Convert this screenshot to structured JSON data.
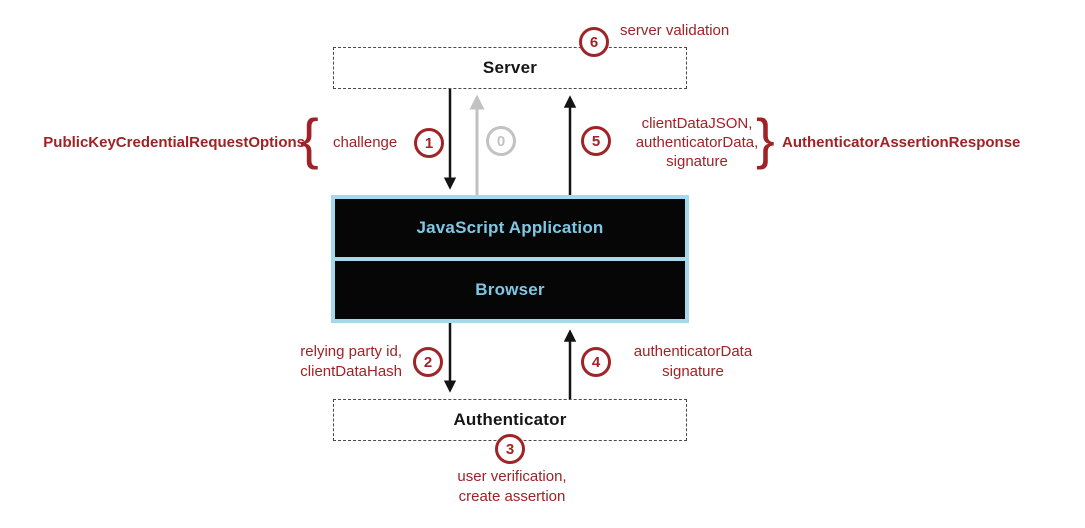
{
  "title": "WebAuthn assertion flow",
  "palette": {
    "annotation_red": "#9e2226",
    "badge_red": "#a12328",
    "inactive_gray": "#c2c2c2",
    "client_border_blue": "#a5d8ec",
    "client_text_blue": "#7ec8e5",
    "client_bg": "#060607",
    "arrow_black": "#141414"
  },
  "nodes": {
    "server": {
      "label": "Server"
    },
    "js_app": {
      "label": "JavaScript Application"
    },
    "browser": {
      "label": "Browser"
    },
    "authenticator": {
      "label": "Authenticator"
    }
  },
  "steps": {
    "0": "0",
    "1": "1",
    "2": "2",
    "3": "3",
    "4": "4",
    "5": "5",
    "6": "6"
  },
  "annotations": {
    "left": {
      "object": "PublicKeyCredentialRequestOptions",
      "brace": "{",
      "param": "challenge"
    },
    "right": {
      "params": [
        "clientDataJSON,",
        "authenticatorData,",
        "signature"
      ],
      "brace": "}",
      "object": "AuthenticatorAssertionResponse"
    },
    "top": "server validation",
    "bottom_left": [
      "relying party id,",
      "clientDataHash"
    ],
    "bottom_right": [
      "authenticatorData",
      "signature"
    ],
    "bottom_center": [
      "user verification,",
      "create assertion"
    ]
  }
}
